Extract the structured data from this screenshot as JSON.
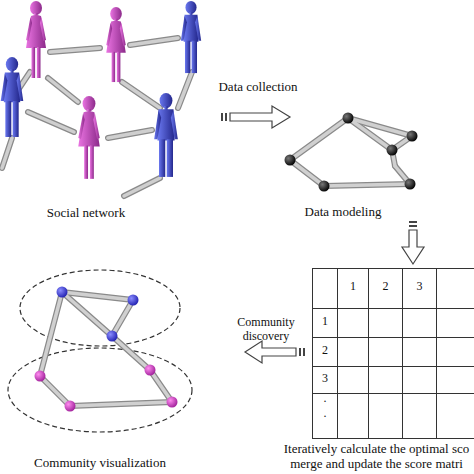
{
  "diagram": {
    "labels": [
      "Data collection",
      "Social network",
      "Data modeling",
      "1",
      "2",
      "3",
      "1",
      "2",
      "3",
      ".",
      ".",
      "Community discovery",
      "Community visualization",
      "Iteratively calculate the optimal sco merge and update the score matri"
    ]
  }
}
